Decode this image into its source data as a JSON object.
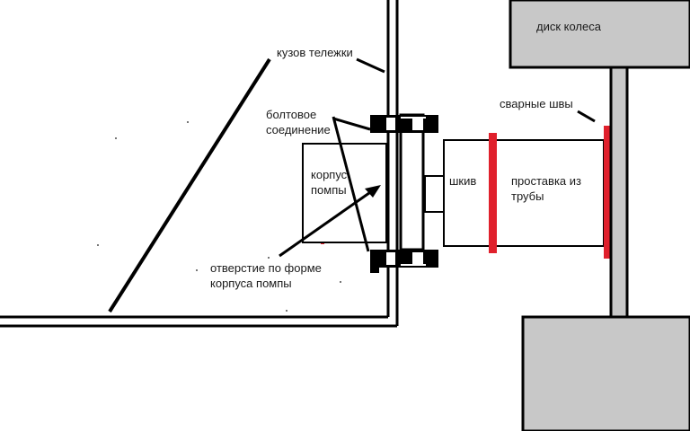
{
  "labels": {
    "wheel_disk": "диск колеса",
    "cart_body": "кузов тележки",
    "bolt_connection": "болтовое\nсоединение",
    "welds": "сварные швы",
    "pump_housing": "корпус\nпомпы",
    "pulley": "шкив",
    "pipe_spacer": "проставка из\nтрубы",
    "hole": "отверстие по форме\nкорпуса помпы"
  },
  "colors": {
    "ink": "#000000",
    "weld": "#e0202c",
    "steel": "#c8c8c8"
  }
}
